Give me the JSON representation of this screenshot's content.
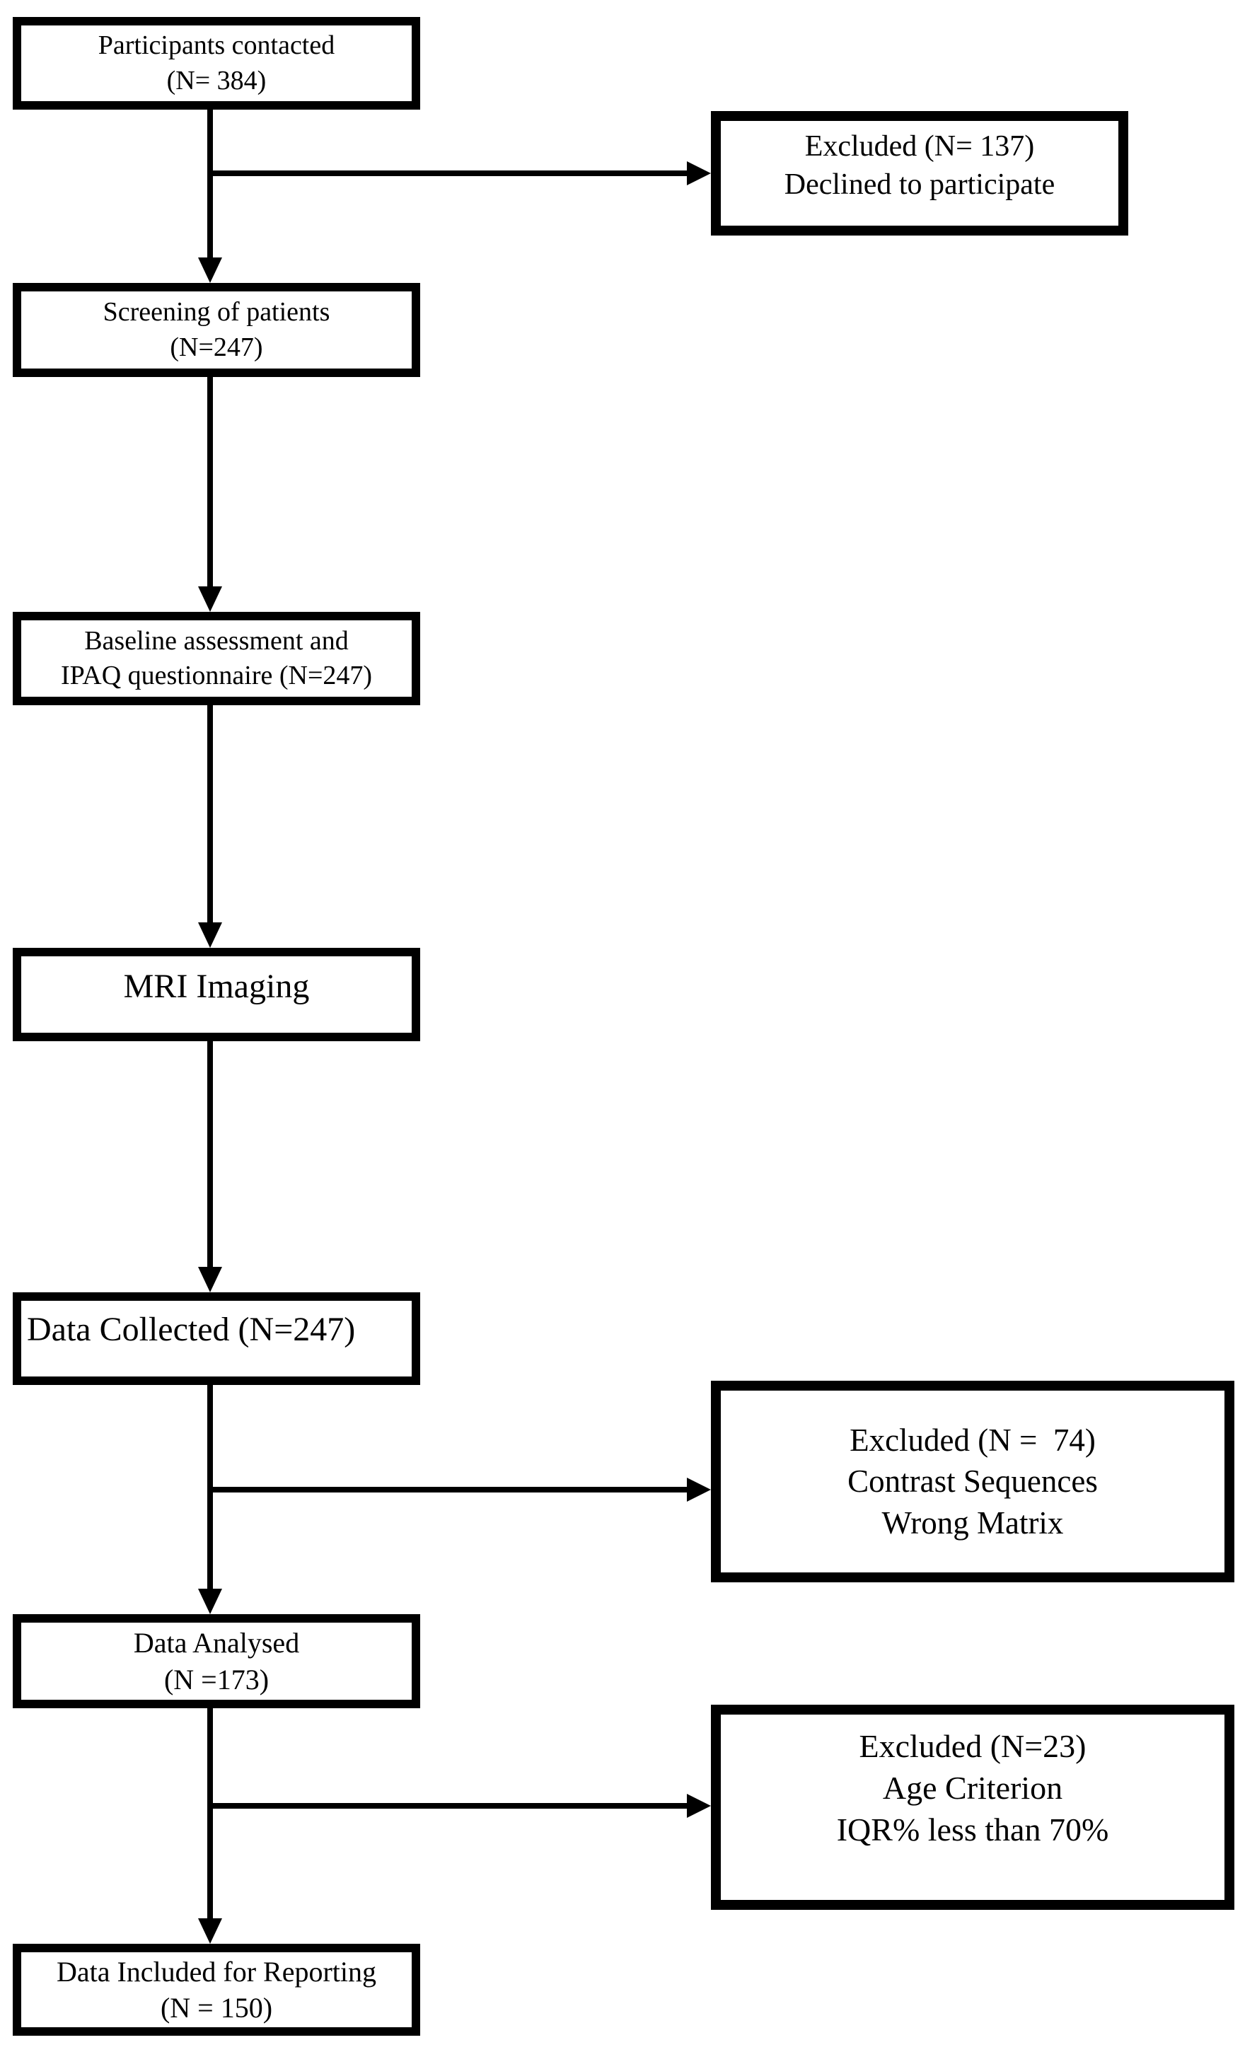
{
  "diagram": {
    "type": "participant-flow-diagram",
    "colors": {
      "box_border": "#000000",
      "text": "#000000",
      "background": "#ffffff",
      "arrow": "#000000"
    },
    "nodes": {
      "participants": {
        "lines": [
          "Participants contacted",
          "(N= 384)"
        ]
      },
      "excluded1": {
        "lines": [
          "Excluded (N= 137)",
          "Declined to participate"
        ]
      },
      "screening": {
        "lines": [
          "Screening of patients",
          "(N=247)"
        ]
      },
      "baseline": {
        "lines": [
          "Baseline assessment and",
          "IPAQ questionnaire (N=247)"
        ]
      },
      "mri": {
        "lines": [
          "MRI Imaging"
        ]
      },
      "collected": {
        "lines": [
          "Data Collected (N=247)"
        ]
      },
      "excluded2": {
        "lines": [
          "Excluded (N =  74)",
          "Contrast Sequences",
          "Wrong Matrix"
        ]
      },
      "analysed": {
        "lines": [
          "Data Analysed",
          "(N =173)"
        ]
      },
      "excluded3": {
        "lines": [
          "Excluded (N=23)",
          "Age Criterion",
          "IQR% less than 70%"
        ]
      },
      "included": {
        "lines": [
          "Data Included for Reporting",
          "(N = 150)"
        ]
      }
    },
    "edges": [
      {
        "from": "participants",
        "to": "screening",
        "style": "arrow-down"
      },
      {
        "from": "participants-screening-line",
        "to": "excluded1",
        "style": "arrow-right"
      },
      {
        "from": "screening",
        "to": "baseline",
        "style": "arrow-down"
      },
      {
        "from": "baseline",
        "to": "mri",
        "style": "arrow-down"
      },
      {
        "from": "mri",
        "to": "collected",
        "style": "arrow-down"
      },
      {
        "from": "collected",
        "to": "analysed",
        "style": "arrow-down"
      },
      {
        "from": "collected-analysed-line",
        "to": "excluded2",
        "style": "arrow-right"
      },
      {
        "from": "analysed",
        "to": "included",
        "style": "arrow-down"
      },
      {
        "from": "analysed-included-line",
        "to": "excluded3",
        "style": "arrow-right"
      }
    ]
  }
}
